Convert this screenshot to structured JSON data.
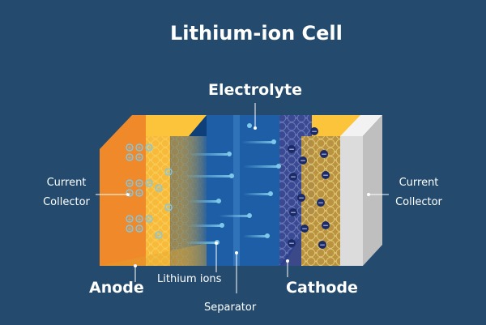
{
  "diagram": {
    "title": "Lithium-ion Cell",
    "labels": {
      "electrolyte": "Electrolyte",
      "current_collector_left_line1": "Current",
      "current_collector_left_line2": "Collector",
      "current_collector_right_line1": "Current",
      "current_collector_right_line2": "Collector",
      "anode": "Anode",
      "lithium_ions": "Lithium ions",
      "cathode": "Cathode",
      "separator": "Separator"
    },
    "symbols": {
      "ion": "+",
      "electron": "−"
    },
    "colors": {
      "background": "#244b6e",
      "anode_collector": "#f0892a",
      "anode": "#fbc43a",
      "electrolyte": "#1d5ea6",
      "cathode_dark": "#2c3f8f",
      "cathode": "#c8a24a",
      "cathode_collector": "#e6e6e6",
      "ion": "#7ec9ea",
      "leader_line": "#ffffff"
    }
  }
}
